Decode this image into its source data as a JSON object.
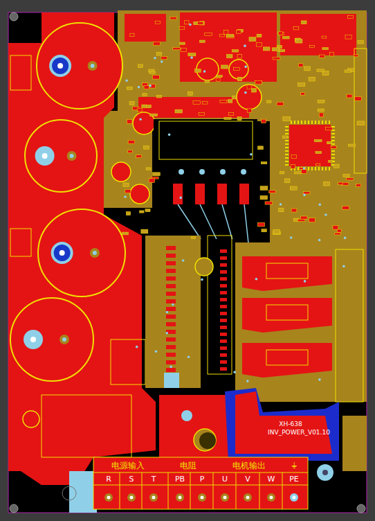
{
  "diagram": {
    "labels": [
      "电源输入",
      "电阻",
      "电机输出",
      "⏚",
      "R",
      "S",
      "T",
      "PB",
      "P",
      "U",
      "V",
      "W",
      "PE",
      "XH-638",
      "INV_POWER_V01.10"
    ]
  }
}
